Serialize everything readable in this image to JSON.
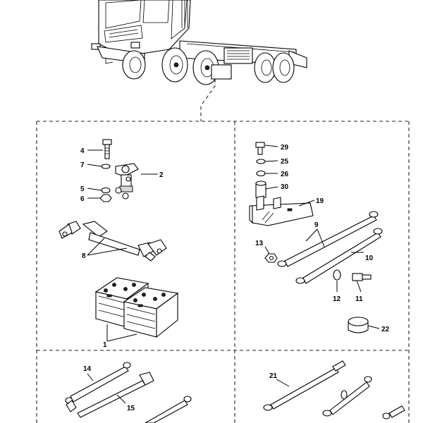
{
  "callouts": {
    "c1": "1",
    "c2": "2",
    "c4": "4",
    "c5": "5",
    "c6": "6",
    "c7": "7",
    "c8": "8",
    "c9": "9",
    "c10": "10",
    "c11": "11",
    "c12": "12",
    "c13": "13",
    "c14": "14",
    "c15": "15",
    "c19": "19",
    "c21": "21",
    "c22": "22",
    "c25": "25",
    "c26": "26",
    "c29": "29",
    "c30": "30"
  },
  "icons": {
    "truck": "truck-chassis-illustration",
    "battery": "battery-icon",
    "cable": "cable-icon",
    "bolt": "bolt-icon",
    "washer": "washer-icon",
    "nut": "nut-icon",
    "terminal": "battery-terminal-icon",
    "bracket": "bracket-icon",
    "spacer": "spacer-icon",
    "cap": "terminal-cap-icon"
  },
  "colors": {
    "line": "#000000",
    "background": "#ffffff",
    "fill": "#d8d8d8"
  }
}
